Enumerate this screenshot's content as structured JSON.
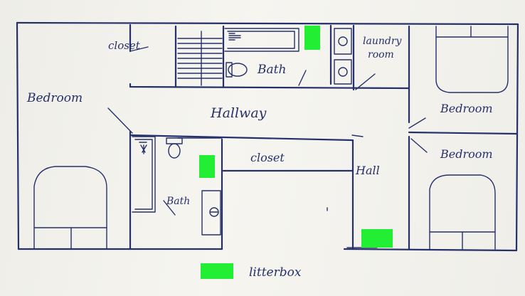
{
  "rooms": {
    "closet_top": "closet",
    "bath_top": "Bath",
    "laundry_line1": "laundry",
    "laundry_line2": "room",
    "bedroom_left": "Bedroom",
    "hallway": "Hallway",
    "bedroom_right_top": "Bedroom",
    "bedroom_right_bottom": "Bedroom",
    "closet_middle": "closet",
    "hall": "Hall",
    "bath_bottom": "Bath"
  },
  "legend": {
    "label": "litterbox",
    "color": "#22ee33"
  },
  "colors": {
    "ink": "#26306b",
    "paper": "#f2f1ec",
    "marker": "#22ee33"
  }
}
